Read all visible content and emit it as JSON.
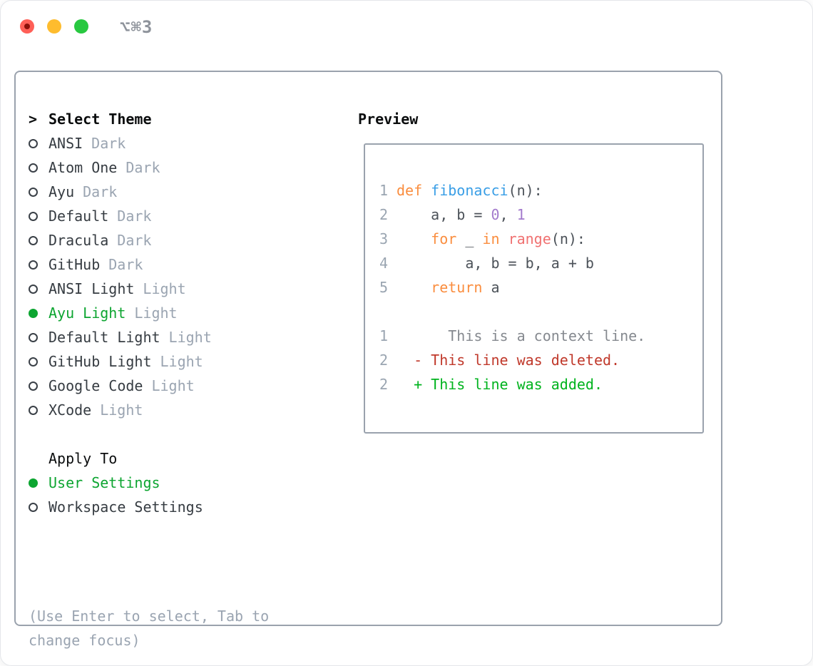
{
  "window": {
    "title": "⌥⌘3",
    "traffic_lights": {
      "close": "close-button",
      "minimize": "minimize-button",
      "zoom": "zoom-button"
    }
  },
  "theme_panel": {
    "header": {
      "prompt": ">",
      "label": "Select Theme"
    },
    "items": [
      {
        "name": "ANSI",
        "variant": "Dark",
        "selected": false
      },
      {
        "name": "Atom One",
        "variant": "Dark",
        "selected": false
      },
      {
        "name": "Ayu",
        "variant": "Dark",
        "selected": false
      },
      {
        "name": "Default",
        "variant": "Dark",
        "selected": false
      },
      {
        "name": "Dracula",
        "variant": "Dark",
        "selected": false
      },
      {
        "name": "GitHub",
        "variant": "Dark",
        "selected": false
      },
      {
        "name": "ANSI Light",
        "variant": "Light",
        "selected": false
      },
      {
        "name": "Ayu Light",
        "variant": "Light",
        "selected": true
      },
      {
        "name": "Default Light",
        "variant": "Light",
        "selected": false
      },
      {
        "name": "GitHub Light",
        "variant": "Light",
        "selected": false
      },
      {
        "name": "Google Code",
        "variant": "Light",
        "selected": false
      },
      {
        "name": "XCode",
        "variant": "Light",
        "selected": false
      }
    ]
  },
  "apply_panel": {
    "header": "Apply To",
    "items": [
      {
        "label": "User Settings",
        "selected": true
      },
      {
        "label": "Workspace Settings",
        "selected": false
      }
    ]
  },
  "help_text": "(Use Enter to select, Tab to change focus)",
  "preview": {
    "header": "Preview",
    "code_lines": [
      {
        "num": "1",
        "segments": [
          "def ",
          "fibonacci",
          "(n):"
        ]
      },
      {
        "num": "2",
        "segments": [
          "    a, b = ",
          "0",
          ", ",
          "1"
        ]
      },
      {
        "num": "3",
        "segments": [
          "    ",
          "for",
          " _ ",
          "in",
          " ",
          "range",
          "(n):"
        ]
      },
      {
        "num": "4",
        "segments": [
          "        a, b = b, a + b"
        ]
      },
      {
        "num": "5",
        "segments": [
          "    ",
          "return",
          " a"
        ]
      }
    ],
    "diff_lines": [
      {
        "num": "1",
        "kind": "context",
        "text": "      This is a context line."
      },
      {
        "num": "2",
        "kind": "deleted",
        "text": "  - This line was deleted."
      },
      {
        "num": "2",
        "kind": "added",
        "text": "  + This line was added."
      }
    ]
  },
  "palette": {
    "kw": "#fa8d3e",
    "fn": "#399ee6",
    "cons": "#a37acc",
    "err": "#f07171",
    "fg": "#4c5259",
    "gutter": "#9aa5b1",
    "ctx": "#85898f",
    "del": "#c0392b",
    "add": "#00b31e",
    "green": "#0da531",
    "muted": "#9aa4b1",
    "name": "#363c42",
    "black": "#0b0d0e",
    "border": "#9aa2ad"
  }
}
